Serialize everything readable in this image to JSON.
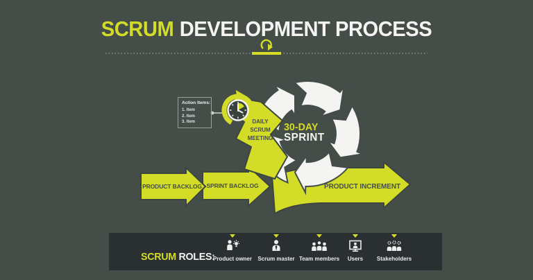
{
  "title": {
    "highlight": "SCRUM",
    "rest": "DEVELOPMENT PROCESS"
  },
  "action_items": {
    "heading": "Action Items:",
    "items": [
      "1. Item",
      "2. Item",
      "3. Item"
    ]
  },
  "cycle": {
    "center_line1": "30-DAY",
    "center_line2": "SPRINT",
    "daily_lines": [
      "DAILY",
      "SCRUM",
      "MEETING"
    ]
  },
  "flow": {
    "product_backlog": "PRODUCT BACKLOG",
    "sprint_backlog": "SPRINT BACKLOG",
    "product_increment": "PRODUCT INCREMENT"
  },
  "roles": {
    "heading_highlight": "SCRUM",
    "heading_rest": " ROLES:",
    "items": [
      {
        "label": "Product owner",
        "icon": "person-idea-icon"
      },
      {
        "label": "Scrum master",
        "icon": "person-tie-icon"
      },
      {
        "label": "Team members",
        "icon": "people-group-icon"
      },
      {
        "label": "Users",
        "icon": "monitor-user-icon"
      },
      {
        "label": "Stakeholders",
        "icon": "people-outline-icon"
      }
    ]
  },
  "colors": {
    "accent": "#d3dc26",
    "background": "#454d49",
    "roles_bar": "#2a3032",
    "shape_white": "#f4f5f2",
    "dark_text": "#454d49"
  }
}
